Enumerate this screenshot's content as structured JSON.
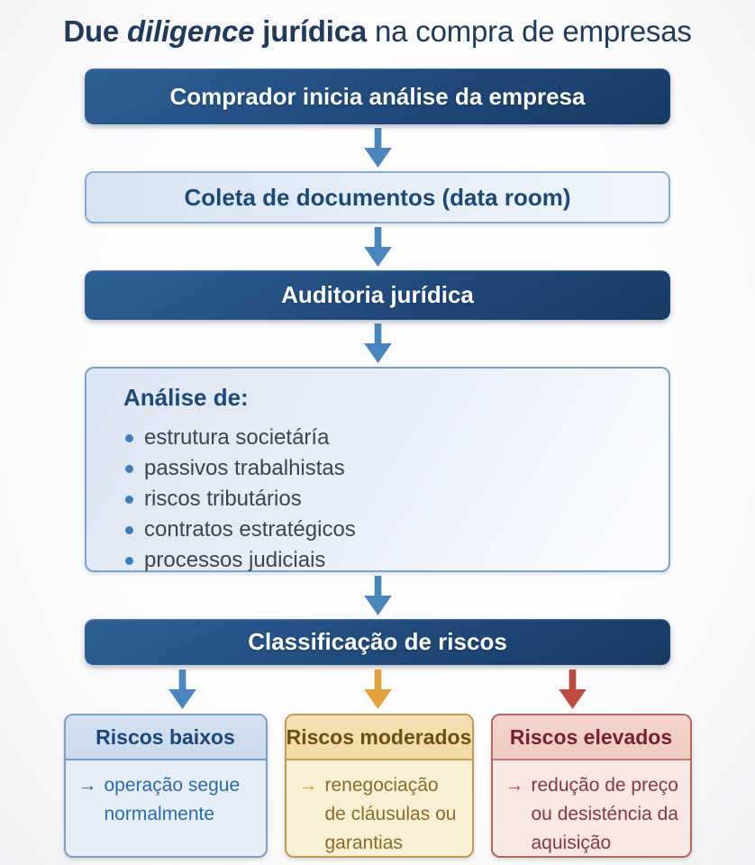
{
  "title": {
    "bold_lead": "Due",
    "italic": "diligence",
    "bold_tail": "jurídica",
    "regular": "na compra de empresas"
  },
  "flow": {
    "step1": "Comprador inicia análise da empresa",
    "step2": "Coleta de documentos (data room)",
    "step3": "Auditoria jurídica",
    "analysis": {
      "heading": "Análise de:",
      "items": [
        "estrutura societáría",
        "passivos trabalhistas",
        "riscos tributários",
        "contratos estratégicos",
        "processos judiciais"
      ]
    },
    "step4": "Classificação de riscos"
  },
  "outcomes": [
    {
      "title": "Riscos baixos",
      "arrow": "→",
      "text": "operação segue normalmente"
    },
    {
      "title": "Riscos moderados",
      "arrow": "→",
      "text": "renegociação de cláusulas ou garantias"
    },
    {
      "title": "Riscos elevados",
      "arrow": "→",
      "text": "redução de preço ou desisténcia da aquisição"
    }
  ],
  "colors": {
    "background": "#fbfafc",
    "title_text": "#21395b",
    "dark_node_top": "#2e6096",
    "dark_node_bottom": "#173a62",
    "light_node_fill": "#e6eef8",
    "light_node_border": "#8aabd3",
    "light_node_text": "#1d4878",
    "bullet_dot": "#3f7cba",
    "bullet_text": "#3d4350",
    "arrow_blue": "#4a85bd",
    "arrow_amber": "#e2a23c",
    "arrow_red": "#bf4b42",
    "low_risk_border": "#7d9ec6",
    "low_risk_text": "#2a6ab3",
    "moderate_risk_border": "#bf9a55",
    "moderate_risk_text": "#8a6c2a",
    "high_risk_border": "#b4675c",
    "high_risk_text": "#8a3744"
  }
}
